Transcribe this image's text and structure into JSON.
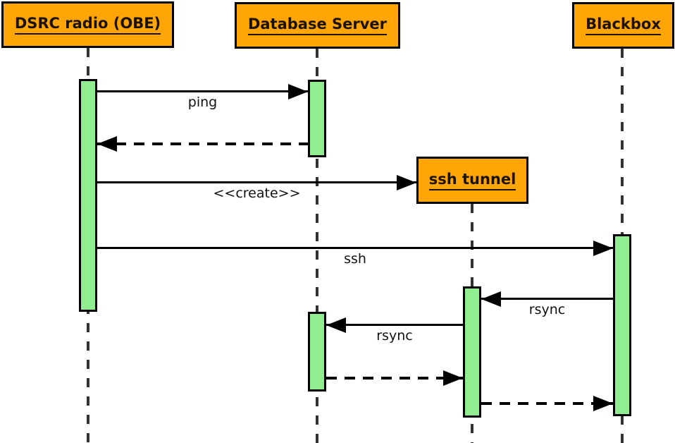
{
  "diagram": {
    "type": "uml-sequence-diagram",
    "actors": [
      {
        "id": "dsrc",
        "label": "DSRC radio (OBE)"
      },
      {
        "id": "db",
        "label": "Database Server"
      },
      {
        "id": "sshtunnel",
        "label": "ssh tunnel",
        "created_during_sequence": true
      },
      {
        "id": "blackbox",
        "label": "Blackbox"
      }
    ],
    "messages": [
      {
        "from": "dsrc",
        "to": "db",
        "label": "ping",
        "line": "solid",
        "direction": "right"
      },
      {
        "from": "db",
        "to": "dsrc",
        "label": "",
        "line": "dashed",
        "direction": "left"
      },
      {
        "from": "dsrc",
        "to": "sshtunnel",
        "label": "<<create>>",
        "line": "solid",
        "direction": "right"
      },
      {
        "from": "dsrc",
        "to": "blackbox",
        "label": "ssh",
        "line": "solid",
        "direction": "right"
      },
      {
        "from": "blackbox",
        "to": "sshtunnel",
        "label": "rsync",
        "line": "solid",
        "direction": "left"
      },
      {
        "from": "sshtunnel",
        "to": "db",
        "label": "rsync",
        "line": "solid",
        "direction": "left"
      },
      {
        "from": "db",
        "to": "sshtunnel",
        "label": "",
        "line": "dashed",
        "direction": "right"
      },
      {
        "from": "sshtunnel",
        "to": "blackbox",
        "label": "",
        "line": "dashed",
        "direction": "right"
      }
    ],
    "colors": {
      "actor_fill": "#FFA505",
      "activation_fill": "#90EE90",
      "border": "#000000",
      "lifeline": "#333333",
      "background": "#ffffff"
    }
  }
}
